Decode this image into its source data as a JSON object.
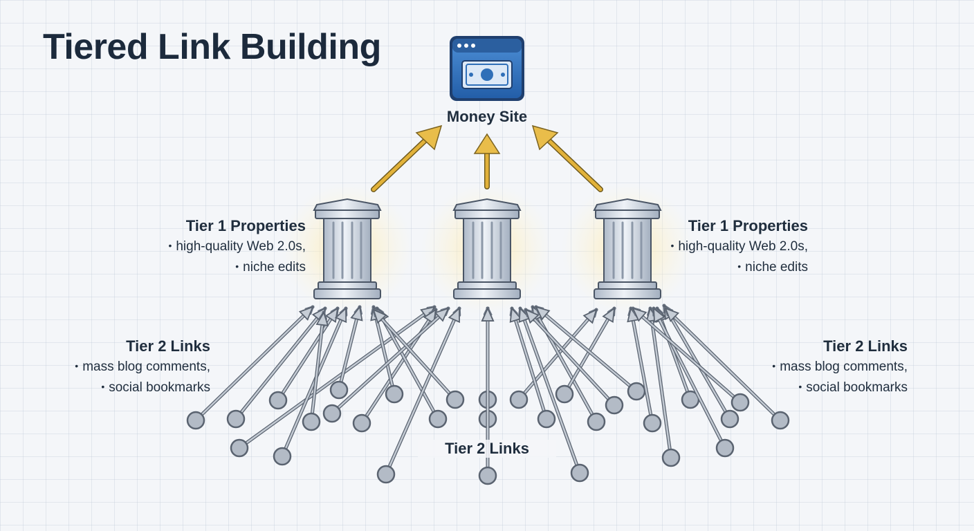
{
  "title": "Tiered Link Building",
  "money_site": {
    "label": "Money Site",
    "icon": "browser-money-icon"
  },
  "tier1": {
    "left": {
      "heading": "Tier 1 Properties",
      "items": [
        "high-quality Web 2.0s,",
        "niche edits"
      ]
    },
    "right": {
      "heading": "Tier 1 Properties",
      "items": [
        "high-quality Web 2.0s,",
        "niche edits"
      ]
    },
    "icon": "pillar-icon",
    "count": 3
  },
  "tier2": {
    "left": {
      "heading": "Tier 2 Links",
      "items": [
        "mass blog comments,",
        "social bookmarks"
      ]
    },
    "right": {
      "heading": "Tier 2 Links",
      "items": [
        "mass blog comments,",
        "social bookmarks"
      ]
    },
    "center_label": "Tier 2 Links"
  },
  "colors": {
    "money_site_blue": "#2f6fb8",
    "tier1_arrow_gold": "#e2b23a",
    "tier2_arrow_gray": "#8e98a6",
    "pillar_silver": "#c9d1dc",
    "node_gray": "#a9b2be"
  }
}
